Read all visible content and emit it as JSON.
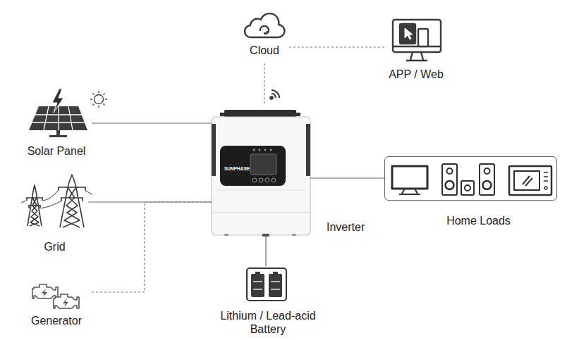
{
  "diagram": {
    "nodes": [
      {
        "text": [
          "Cloud"
        ]
      },
      {
        "text": [
          "APP / Web"
        ]
      },
      {
        "text": [
          "Solar Panel"
        ]
      },
      {
        "text": [
          "Grid"
        ]
      },
      {
        "text": [
          "Generator"
        ]
      },
      {
        "text": [
          "SUNPHASE",
          "Inverter"
        ]
      },
      {
        "text": [
          "Home Loads"
        ]
      },
      {
        "text": [
          "Lithium / Lead-acid Battery"
        ]
      }
    ],
    "edges": [
      {
        "from": 2,
        "to": 5,
        "arrow": "none"
      },
      {
        "from": 3,
        "to": 5,
        "arrow": "none"
      },
      {
        "from": 4,
        "to": 5,
        "arrow": "none"
      },
      {
        "from": 5,
        "to": 6,
        "arrow": "none"
      },
      {
        "from": 5,
        "to": 7,
        "arrow": "none"
      },
      {
        "from": 0,
        "to": 1,
        "arrow": "none"
      },
      {
        "from": 0,
        "to": 5,
        "arrow": "none"
      }
    ]
  }
}
